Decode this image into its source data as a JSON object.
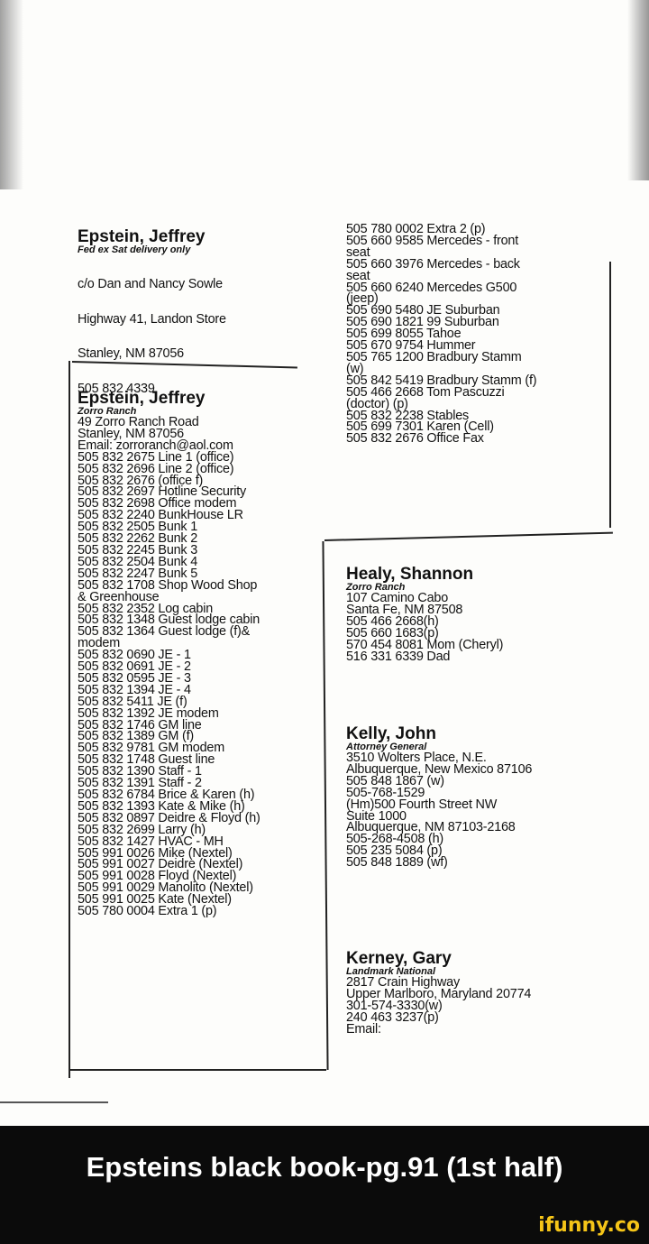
{
  "left_column": {
    "entry1": {
      "name": "Epstein, Jeffrey",
      "sub": "Fed ex Sat delivery only",
      "lines": [
        "c/o Dan and Nancy Sowle",
        "Highway 41, Landon Store",
        "Stanley, NM 87056",
        "505 832 4339"
      ]
    },
    "entry2": {
      "name": "Epstein, Jeffrey",
      "sub": "Zorro Ranch",
      "lines": [
        "49 Zorro Ranch Road",
        "Stanley, NM 87056",
        "Email: zorroranch@aol.com",
        "505 832 2675 Line 1 (office)",
        "505 832 2696 Line 2 (office)",
        "505 832 2676 (office f)",
        "505 832 2697 Hotline Security",
        "505 832 2698 Office modem",
        "505 832 2240 BunkHouse LR",
        "505 832 2505 Bunk 1",
        "505 832 2262 Bunk 2",
        "505 832 2245 Bunk 3",
        "505 832 2504 Bunk 4",
        "505 832 2247 Bunk 5",
        "505 832 1708 Shop Wood Shop",
        "& Greenhouse",
        "505 832 2352 Log cabin",
        "505 832 1348 Guest lodge cabin",
        "505 832 1364 Guest lodge (f)&",
        "modem",
        "505 832 0690 JE - 1",
        "505 832 0691 JE - 2",
        "505 832 0595 JE - 3",
        "505 832 1394 JE - 4",
        "505 832 5411 JE (f)",
        "505 832 1392 JE modem",
        "505 832 1746 GM line",
        "505 832 1389 GM (f)",
        "505 832 9781 GM modem",
        "505 832 1748 Guest line",
        "505 832 1390 Staff - 1",
        "505 832 1391 Staff - 2",
        "505 832 6784 Brice & Karen (h)",
        "505 832 1393 Kate & Mike (h)",
        "505 832 0897 Deidre & Floyd (h)",
        "505 832 2699 Larry (h)",
        "505 832 1427 HVAC - MH",
        "505 991 0026 Mike (Nextel)",
        "505 991 0027 Deidre (Nextel)",
        "505 991 0028 Floyd (Nextel)",
        "505 991 0029 Manolito (Nextel)",
        "505 991 0025 Kate (Nextel)",
        "505 780 0004 Extra 1 (p)"
      ]
    }
  },
  "right_column": {
    "top_lines": [
      "505 780 0002 Extra 2 (p)",
      "505 660 9585 Mercedes - front",
      "seat",
      "505 660 3976 Mercedes - back",
      "seat",
      "505 660 6240 Mercedes G500",
      "(jeep)",
      "505 690 5480 JE Suburban",
      "505 690 1821 99 Suburban",
      "505 699 8055 Tahoe",
      "505 670 9754 Hummer",
      "505 765 1200 Bradbury Stamm",
      "(w)",
      "505 842 5419 Bradbury Stamm (f)",
      "505 466 2668 Tom Pascuzzi",
      "(doctor) (p)",
      "505 832 2238 Stables",
      "505 699 7301 Karen (Cell)",
      "505 832 2676 Office Fax"
    ],
    "healy": {
      "name": "Healy, Shannon",
      "sub": "Zorro Ranch",
      "lines": [
        "107 Camino Cabo",
        "Santa Fe, NM 87508",
        "505 466 2668(h)",
        "505 660 1683(p)",
        "570 454 8081 Mom (Cheryl)",
        "516 331 6339 Dad"
      ]
    },
    "kelly": {
      "name": "Kelly, John",
      "sub": "Attorney General",
      "lines": [
        "3510 Wolters Place, N.E.",
        "Albuquerque, New Mexico 87106",
        "505 848 1867 (w)",
        "505-768-1529",
        "(Hm)500 Fourth Street NW",
        "Suite 1000",
        "Albuquerque, NM 87103-2168",
        "505-268-4508 (h)",
        "505 235 5084 (p)",
        "505 848 1889 (wf)"
      ]
    },
    "kerney": {
      "name": "Kerney, Gary",
      "sub": "Landmark National",
      "lines": [
        "2817 Crain Highway",
        "Upper Marlboro, Maryland 20774",
        "301-574-3330(w)",
        "240 463 3237(p)",
        "Email:"
      ]
    }
  },
  "footer": {
    "caption": "Epsteins black book-pg.91 (1st half)",
    "brand": "ifunny.co"
  }
}
